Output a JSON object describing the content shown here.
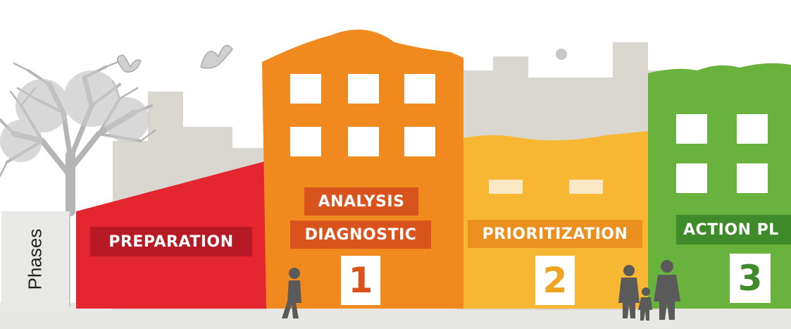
{
  "phase_column_label": "Phases",
  "phases": [
    {
      "label_lines": [
        "PREPARATION"
      ],
      "number": "",
      "color": "#e3262f",
      "label_bg": "#b71a24"
    },
    {
      "label_lines": [
        "ANALYSIS",
        "DIAGNOSTIC"
      ],
      "number": "1",
      "color": "#f08a1f",
      "label_bg": "#d9541c"
    },
    {
      "label_lines": [
        "PRIORITIZATION"
      ],
      "number": "2",
      "color": "#f7b733",
      "label_bg": "#eb8f1e"
    },
    {
      "label_lines": [
        "ACTION PL"
      ],
      "number": "3",
      "color": "#6ab23e",
      "label_bg": "#3f8a2b"
    }
  ],
  "colors": {
    "ground": "#e7e7e3",
    "background_buildings": "#d9d7cf",
    "tree": "#b5b5b5",
    "people": "#5a5a5a"
  },
  "icons": [
    "tree-icon",
    "bird-icon",
    "butterfly-icon",
    "moon-icon",
    "person-walking-icon",
    "family-icon"
  ]
}
